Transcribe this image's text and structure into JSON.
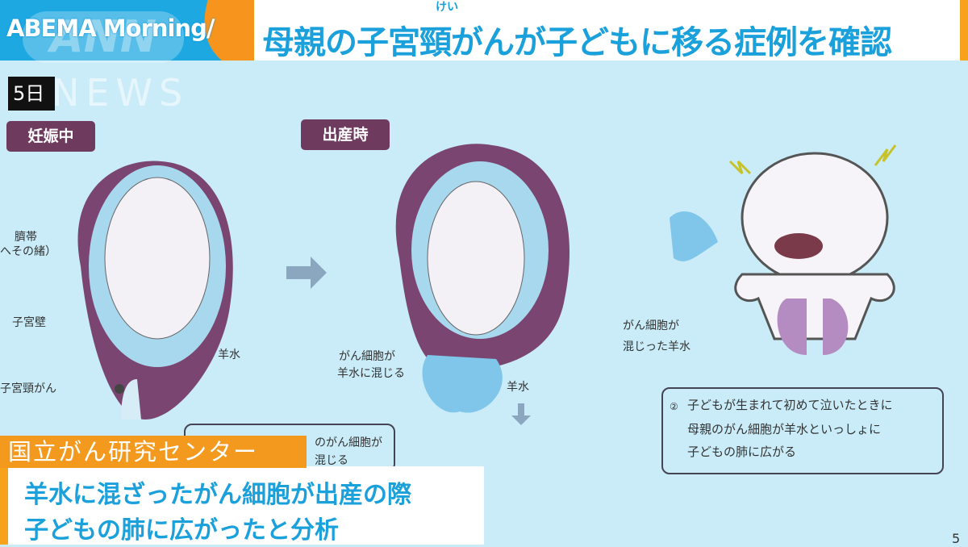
{
  "header": {
    "brand": "ABEMA Morning/",
    "logo": "ANN",
    "title": "母親の子宮頸がんが子どもに移る症例を確認",
    "ruby": "けい",
    "news": "NEWS",
    "date": "5日"
  },
  "slide": {
    "stage1": "妊娠中",
    "stage2": "出産時",
    "labels": {
      "umbilical": "臍帯",
      "umbilical2": "へその緒）",
      "wall": "子宮壁",
      "fluid": "羊水",
      "cervical": "子宮頸がん",
      "mix1": "がん細胞が",
      "mix2": "羊水に混じる",
      "fluid2": "羊水",
      "mixed1": "がん細胞が",
      "mixed2": "混じった羊水"
    },
    "box1": {
      "line1": "のがん細胞が",
      "line2": "混じる"
    },
    "box2": {
      "num": "②",
      "line1": "子どもが生まれて初めて泣いたときに",
      "line2": "母親のがん細胞が羊水といっしょに",
      "line3": "子どもの肺に広がる"
    },
    "page": "5"
  },
  "lower_third": {
    "source": "国立がん研究センター",
    "line1": "羊水に混ざったがん細胞が出産の際",
    "line2": "子どもの肺に広がったと分析"
  },
  "colors": {
    "accent_blue": "#1aa0db",
    "orange": "#f39a1e",
    "purple": "#6e3b5f",
    "background": "#c9ecf8"
  }
}
